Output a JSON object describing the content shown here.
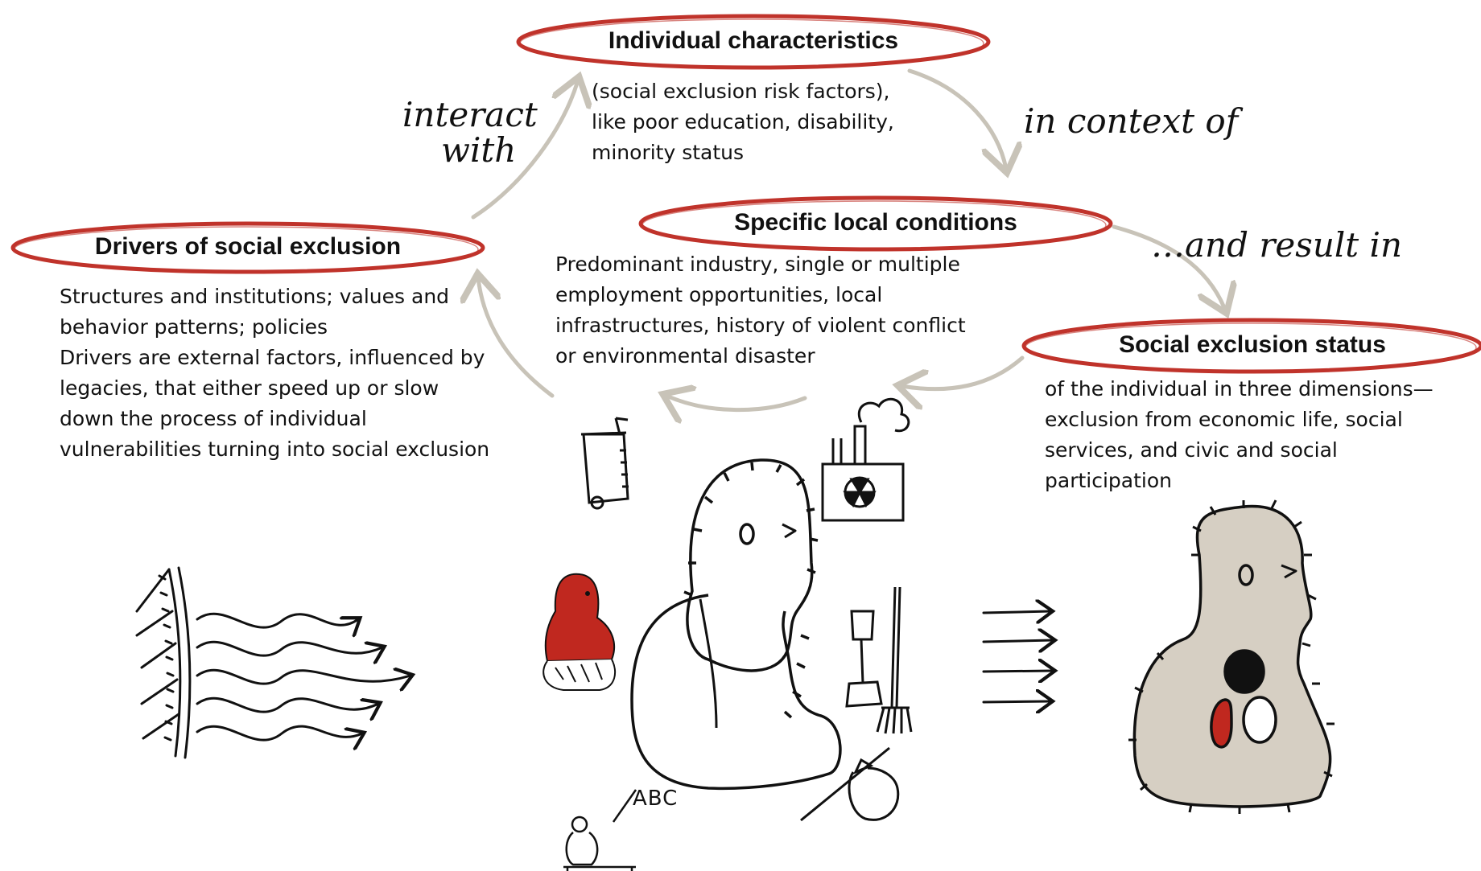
{
  "nodes": {
    "individual": {
      "title": "Individual characteristics",
      "description": "(social exclusion risk factors),\nlike poor education, disability,\nminority status"
    },
    "local": {
      "title": "Specific local conditions",
      "description": "Predominant industry, single or multiple\nemployment opportunities, local\ninfrastructures, history of violent conflict\nor environmental disaster"
    },
    "drivers": {
      "title": "Drivers of social exclusion",
      "description": "Structures and institutions; values and\nbehavior patterns; policies\nDrivers are external factors, influenced by\nlegacies, that either speed up or slow\ndown the process of individual\nvulnerabilities turning into social exclusion"
    },
    "status": {
      "title": "Social exclusion status",
      "description": "of the individual in three dimensions—\nexclusion from economic life, social\nservices, and civic and social\nparticipation"
    }
  },
  "connectors": {
    "interact_line1": "interact",
    "interact_line2": "with",
    "in_context_of": "in context of",
    "and_result_in": "…and result in"
  },
  "illustration": {
    "blackboard_text": "ABC"
  },
  "colors": {
    "ellipse_stroke": "#c0332b",
    "arrow": "#c8c3b8",
    "figure_fill": "#d6cfc3",
    "accent_red": "#c0281f",
    "ink": "#111111"
  }
}
